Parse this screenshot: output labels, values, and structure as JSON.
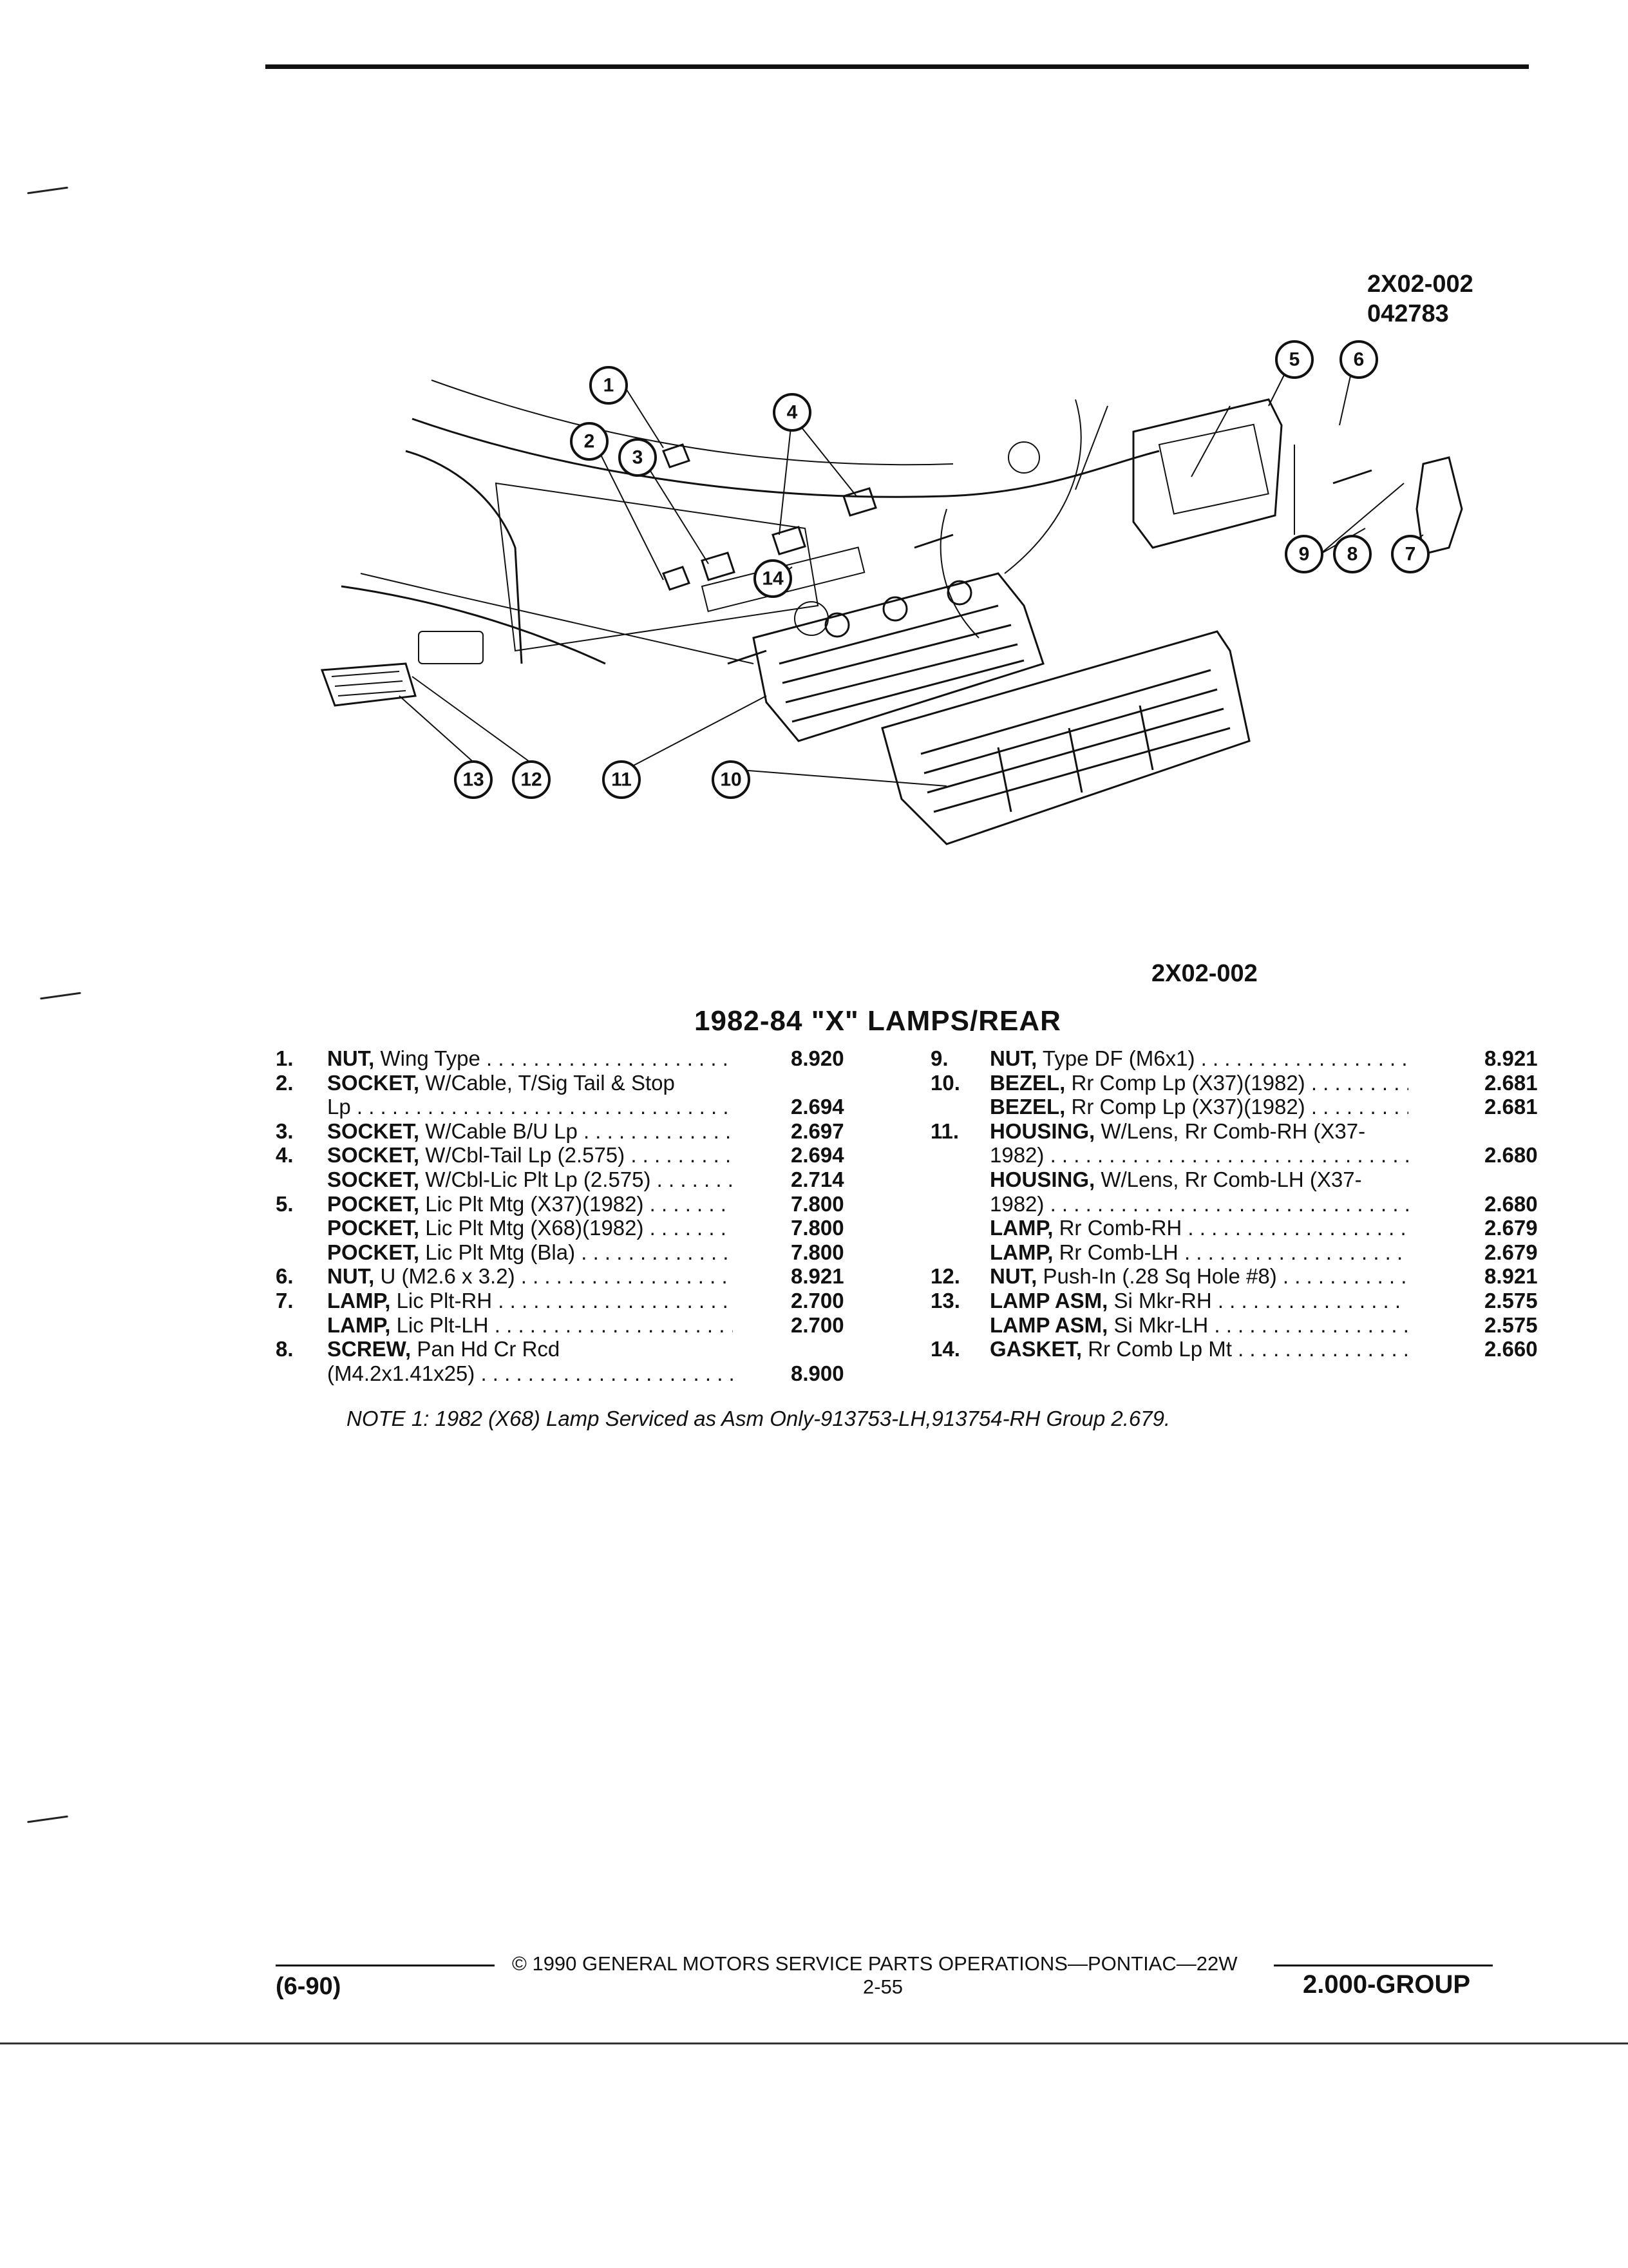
{
  "figure": {
    "ref_top": "2X02-002",
    "ref_sub": "042783",
    "ref_bottom": "2X02-002",
    "callouts": [
      "1",
      "2",
      "3",
      "4",
      "5",
      "6",
      "7",
      "8",
      "9",
      "10",
      "11",
      "12",
      "13",
      "14"
    ]
  },
  "title": "1982-84 \"X\" LAMPS/REAR",
  "parts_left": [
    {
      "num": "1.",
      "name": "NUT,",
      "desc": "Wing Type",
      "group": "8.920"
    },
    {
      "num": "2.",
      "name": "SOCKET,",
      "desc": "W/Cable, T/Sig Tail & Stop",
      "group": ""
    },
    {
      "num": "",
      "name": "",
      "desc": "Lp",
      "group": "2.694"
    },
    {
      "num": "3.",
      "name": "SOCKET,",
      "desc": "W/Cable B/U Lp",
      "group": "2.697"
    },
    {
      "num": "4.",
      "name": "SOCKET,",
      "desc": "W/Cbl-Tail Lp (2.575)",
      "group": "2.694"
    },
    {
      "num": "",
      "name": "SOCKET,",
      "desc": "W/Cbl-Lic Plt Lp (2.575)",
      "group": "2.714"
    },
    {
      "num": "5.",
      "name": "POCKET,",
      "desc": "Lic Plt Mtg (X37)(1982)",
      "group": "7.800"
    },
    {
      "num": "",
      "name": "POCKET,",
      "desc": "Lic Plt Mtg (X68)(1982)",
      "group": "7.800"
    },
    {
      "num": "",
      "name": "POCKET,",
      "desc": "Lic Plt Mtg (Bla)",
      "group": "7.800"
    },
    {
      "num": "6.",
      "name": "NUT,",
      "desc": "U (M2.6 x 3.2)",
      "group": "8.921"
    },
    {
      "num": "7.",
      "name": "LAMP,",
      "desc": "Lic Plt-RH",
      "group": "2.700"
    },
    {
      "num": "",
      "name": "LAMP,",
      "desc": "Lic Plt-LH",
      "group": "2.700"
    },
    {
      "num": "8.",
      "name": "SCREW,",
      "desc": "Pan Hd Cr Rcd",
      "group": ""
    },
    {
      "num": "",
      "name": "",
      "desc": "(M4.2x1.41x25)",
      "group": "8.900"
    }
  ],
  "parts_right": [
    {
      "num": "9.",
      "name": "NUT,",
      "desc": "Type DF (M6x1)",
      "group": "8.921"
    },
    {
      "num": "10.",
      "name": "BEZEL,",
      "desc": "Rr Comp Lp (X37)(1982)",
      "group": "2.681"
    },
    {
      "num": "",
      "name": "BEZEL,",
      "desc": "Rr Comp Lp (X37)(1982)",
      "group": "2.681"
    },
    {
      "num": "11.",
      "name": "HOUSING,",
      "desc": "W/Lens, Rr Comb-RH (X37-",
      "group": ""
    },
    {
      "num": "",
      "name": "",
      "desc": "1982)",
      "group": "2.680"
    },
    {
      "num": "",
      "name": "HOUSING,",
      "desc": "W/Lens, Rr Comb-LH (X37-",
      "group": ""
    },
    {
      "num": "",
      "name": "",
      "desc": "1982)",
      "group": "2.680"
    },
    {
      "num": "",
      "name": "LAMP,",
      "desc": "Rr Comb-RH",
      "group": "2.679"
    },
    {
      "num": "",
      "name": "LAMP,",
      "desc": "Rr Comb-LH",
      "group": "2.679"
    },
    {
      "num": "12.",
      "name": "NUT,",
      "desc": "Push-In (.28 Sq Hole #8)",
      "group": "8.921"
    },
    {
      "num": "13.",
      "name": "LAMP ASM,",
      "desc": "Si Mkr-RH",
      "group": "2.575"
    },
    {
      "num": "",
      "name": "LAMP ASM,",
      "desc": "Si Mkr-LH",
      "group": "2.575"
    },
    {
      "num": "14.",
      "name": "GASKET,",
      "desc": "Rr Comb Lp Mt",
      "group": "2.660"
    }
  ],
  "note": "NOTE 1: 1982 (X68) Lamp Serviced as Asm Only-913753-LH,913754-RH Group 2.679.",
  "footer": {
    "copyright": "© 1990 GENERAL MOTORS SERVICE PARTS OPERATIONS—PONTIAC—22W",
    "date": "(6-90)",
    "page": "2-55",
    "group": "2.000-GROUP"
  }
}
